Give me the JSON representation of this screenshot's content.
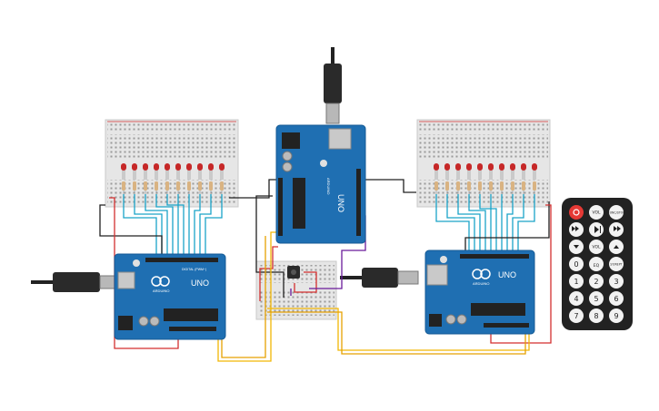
{
  "boards": {
    "left": {
      "model": "UNO",
      "brand": "ARDUINO",
      "label_digital": "DIGITAL (PWM~)",
      "label_power": "POWER",
      "label_analog": "ANALOG IN"
    },
    "center": {
      "model": "UNO",
      "brand": "ARDUINO",
      "label_digital": "DIGITAL (PWM~)",
      "label_power": "POWER",
      "label_analog": "ANALOG IN"
    },
    "right": {
      "model": "UNO",
      "brand": "ARDUINO",
      "label_digital": "DIGITAL (PWM~)",
      "label_power": "POWER",
      "label_analog": "ANALOG IN"
    }
  },
  "led_banks": {
    "left_count": 10,
    "right_count": 10,
    "led_color": "#c62828"
  },
  "remote": {
    "row1": [
      "",
      "VOL",
      "FUNC/STOP"
    ],
    "row2": [
      "",
      "",
      ""
    ],
    "row3": [
      "",
      "VOL",
      ""
    ],
    "row4": [
      "0",
      "EQ",
      "ST/REPT"
    ],
    "row5": [
      "1",
      "2",
      "3"
    ],
    "row6": [
      "4",
      "5",
      "6"
    ],
    "row7": [
      "7",
      "8",
      "9"
    ]
  },
  "colors": {
    "board": "#1f6fb2",
    "wire_red": "#d32f2f",
    "wire_black": "#212121",
    "wire_yellow": "#f2b705",
    "wire_orange": "#e6a100",
    "wire_purple": "#6a1b9a",
    "wire_cyan": "#1aa3c8",
    "breadboard": "#e8e8e8"
  }
}
